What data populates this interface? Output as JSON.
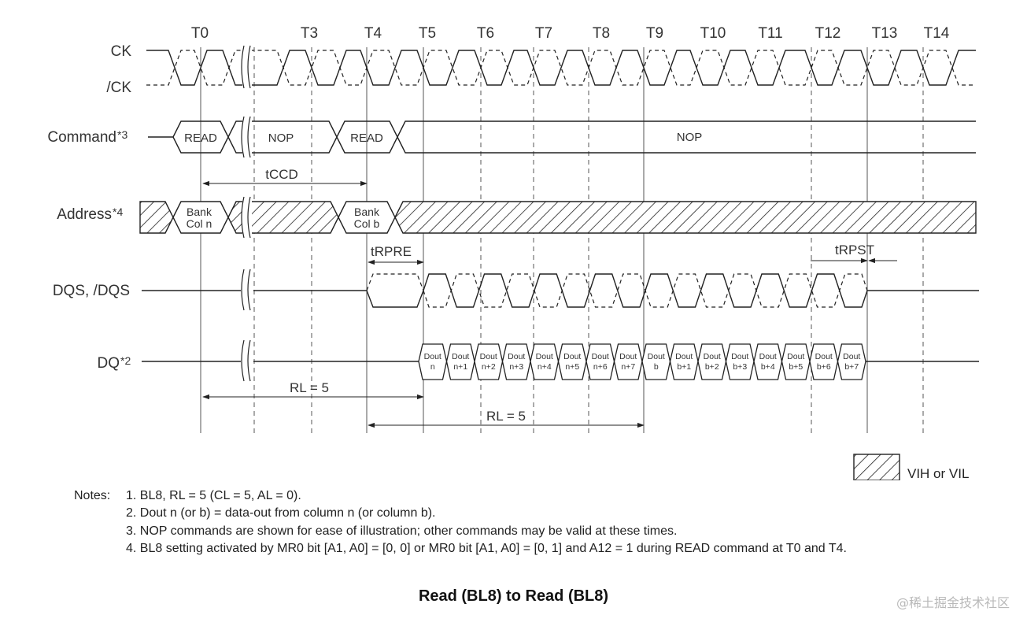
{
  "diagram": {
    "time_labels": [
      "T0",
      "T3",
      "T4",
      "T5",
      "T6",
      "T7",
      "T8",
      "T9",
      "T10",
      "T11",
      "T12",
      "T13",
      "T14"
    ],
    "signals": {
      "ck": "CK",
      "ck_n": "/CK",
      "command": "Command",
      "command_note": "*3",
      "address": "Address",
      "address_note": "*4",
      "dqs": "DQS, /DQS",
      "dq": "DQ",
      "dq_note": "*2"
    },
    "command_boxes": {
      "read1": "READ",
      "nop1": "NOP",
      "read2": "READ",
      "nop2": "NOP"
    },
    "address_boxes": {
      "a1_line1": "Bank",
      "a1_line2": "Col n",
      "a2_line1": "Bank",
      "a2_line2": "Col b"
    },
    "dq_cells": [
      [
        "Dout",
        "n"
      ],
      [
        "Dout",
        "n+1"
      ],
      [
        "Dout",
        "n+2"
      ],
      [
        "Dout",
        "n+3"
      ],
      [
        "Dout",
        "n+4"
      ],
      [
        "Dout",
        "n+5"
      ],
      [
        "Dout",
        "n+6"
      ],
      [
        "Dout",
        "n+7"
      ],
      [
        "Dout",
        "b"
      ],
      [
        "Dout",
        "b+1"
      ],
      [
        "Dout",
        "b+2"
      ],
      [
        "Dout",
        "b+3"
      ],
      [
        "Dout",
        "b+4"
      ],
      [
        "Dout",
        "b+5"
      ],
      [
        "Dout",
        "b+6"
      ],
      [
        "Dout",
        "b+7"
      ]
    ],
    "timing": {
      "tccd": "tCCD",
      "trpre": "tRPRE",
      "trpst": "tRPST",
      "rl1": "RL = 5",
      "rl2": "RL = 5"
    },
    "legend": "VIH or VIL"
  },
  "notes": {
    "lead": "Notes:",
    "items": [
      "1. BL8, RL = 5 (CL = 5, AL = 0).",
      "2. Dout n (or b) = data-out from column n (or column b).",
      "3. NOP commands are shown for ease of illustration; other commands may be valid at these times.",
      "4. BL8 setting activated by MR0 bit [A1, A0] = [0, 0] or MR0 bit [A1, A0] = [0, 1] and A12 = 1 during READ command at T0 and T4."
    ]
  },
  "caption": "Read (BL8) to Read (BL8)",
  "watermark": "@稀土掘金技术社区"
}
